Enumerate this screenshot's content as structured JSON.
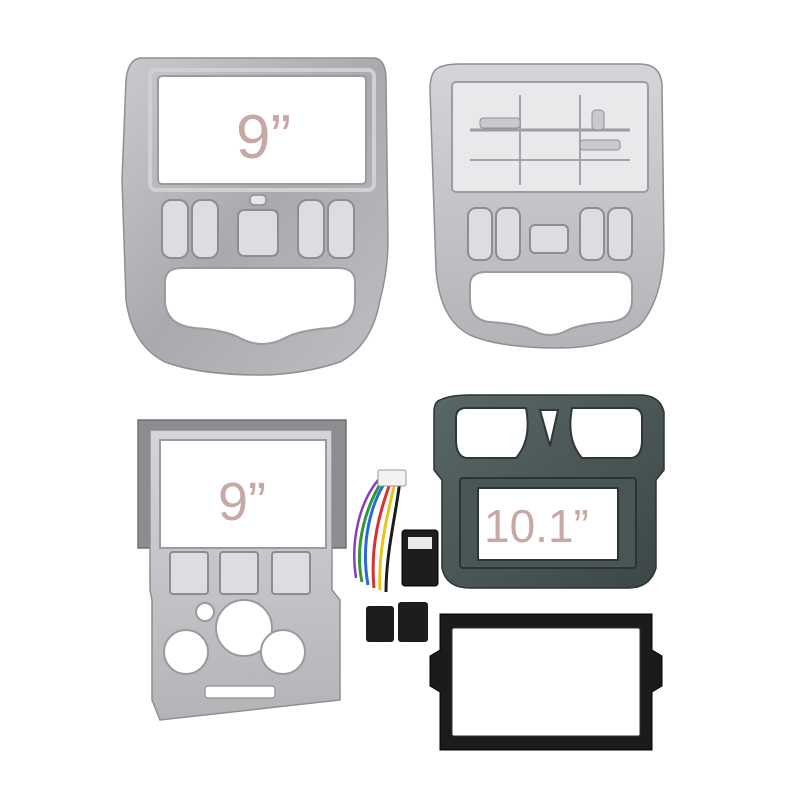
{
  "panels": {
    "top_left": {
      "size_label": "9”",
      "finish": "silver"
    },
    "top_right": {
      "finish": "silver"
    },
    "bottom_left": {
      "size_label": "9”",
      "finish": "silver"
    },
    "bottom_right": {
      "size_label": "10.1”",
      "finish": "dark-gray"
    },
    "bezel": {
      "finish": "black"
    }
  },
  "colors": {
    "background": "#ffffff",
    "silver": "#b7b8bb",
    "silver_light": "#d9dadc",
    "dark_panel": "#4e5a5a",
    "label": "#c6a8a5",
    "black": "#1b1b1b"
  }
}
